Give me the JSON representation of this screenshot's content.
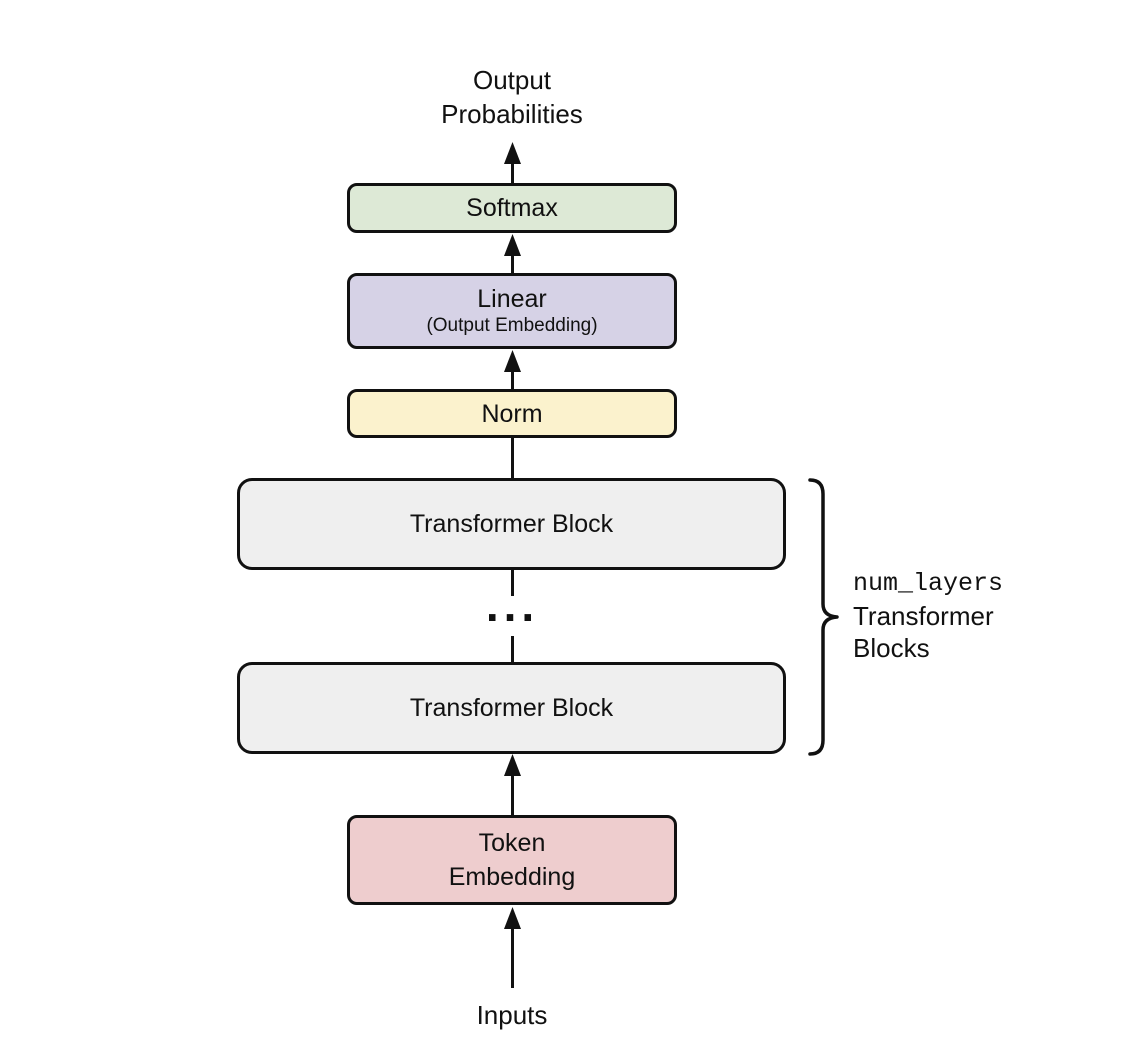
{
  "diagram": {
    "output_label": {
      "lines": [
        "Output",
        "Probabilities"
      ]
    },
    "boxes": {
      "softmax": {
        "label": "Softmax",
        "fill": "#dde9d6"
      },
      "linear": {
        "label": "Linear",
        "sublabel": "(Output Embedding)",
        "fill": "#d6d2e6"
      },
      "norm": {
        "label": "Norm",
        "fill": "#fbf2cd"
      },
      "transformer_block_top": {
        "label": "Transformer Block",
        "fill": "#efefef"
      },
      "transformer_block_bottom": {
        "label": "Transformer Block",
        "fill": "#efefef"
      },
      "token_embedding": {
        "lines": [
          "Token",
          "Embedding"
        ],
        "fill": "#eecdce"
      }
    },
    "ellipsis": "...",
    "brace_annotation": {
      "lines": [
        "num_layers",
        "Transformer",
        "Blocks"
      ]
    },
    "inputs_label": "Inputs",
    "colors": {
      "stroke": "#111111",
      "text": "#111111",
      "background": "#ffffff"
    }
  }
}
